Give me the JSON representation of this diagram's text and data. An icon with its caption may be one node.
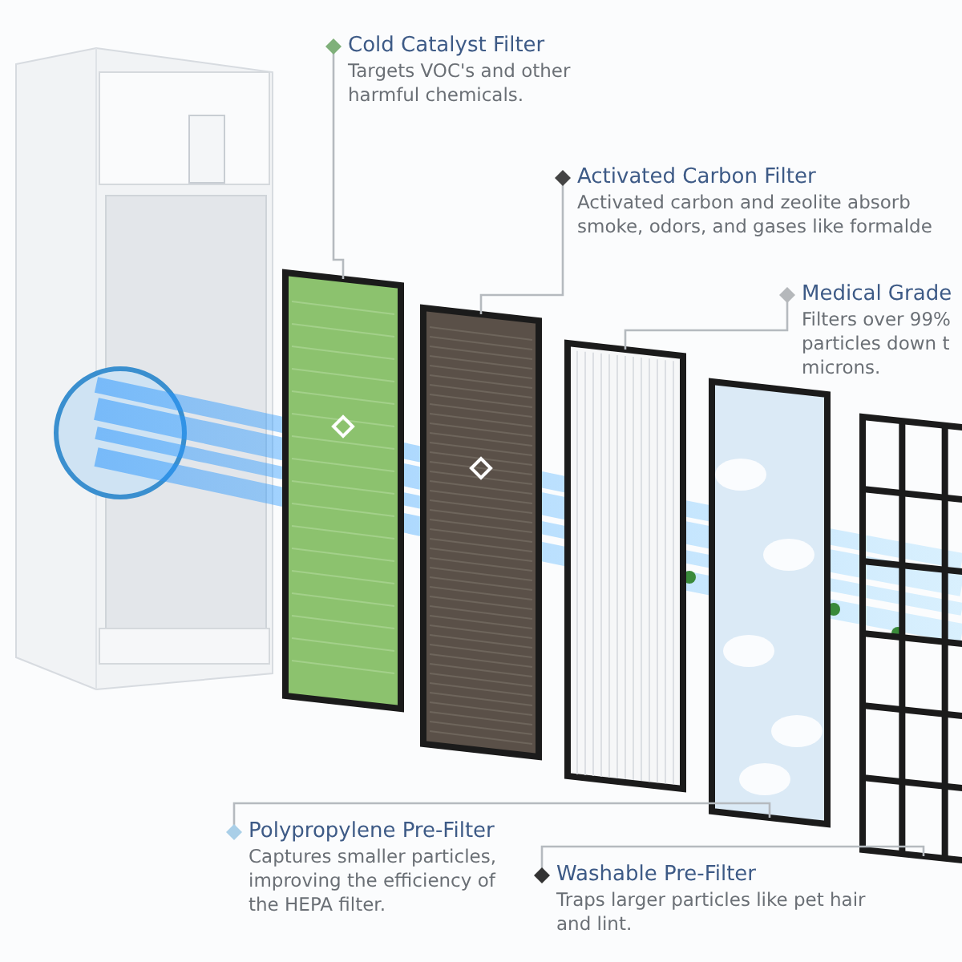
{
  "diagram": {
    "nodes": [
      {
        "text": [
          "Cold Catalyst Filter",
          "Targets VOC's and other harmful chemicals."
        ]
      },
      {
        "text": [
          "Activated Carbon Filter",
          "Activated carbon and zeolite absorb smoke, odors, and gases like formalde"
        ]
      },
      {
        "text": [
          "Medical Grade",
          "Filters over 99% particles down t microns."
        ]
      },
      {
        "text": [
          "Polypropylene Pre-Filter",
          "Captures smaller particles, improving the efficiency of the HEPA filter."
        ]
      },
      {
        "text": [
          "Washable Pre-Filter",
          "Traps larger particles like pet hair and lint."
        ]
      },
      {
        "text": [],
        "shape": "picture"
      },
      {
        "text": [],
        "shape": "picture"
      },
      {
        "text": [],
        "shape": "picture"
      },
      {
        "text": [],
        "shape": "picture"
      },
      {
        "text": [],
        "shape": "picture"
      }
    ],
    "edges": [
      {
        "from": 0,
        "to": 5,
        "arrow": "other"
      },
      {
        "from": 1,
        "to": 6,
        "arrow": "other"
      },
      {
        "from": 2,
        "to": 7,
        "arrow": "other"
      },
      {
        "from": 3,
        "to": 8,
        "arrow": "other"
      },
      {
        "from": 4,
        "to": 9,
        "arrow": "other"
      }
    ]
  }
}
